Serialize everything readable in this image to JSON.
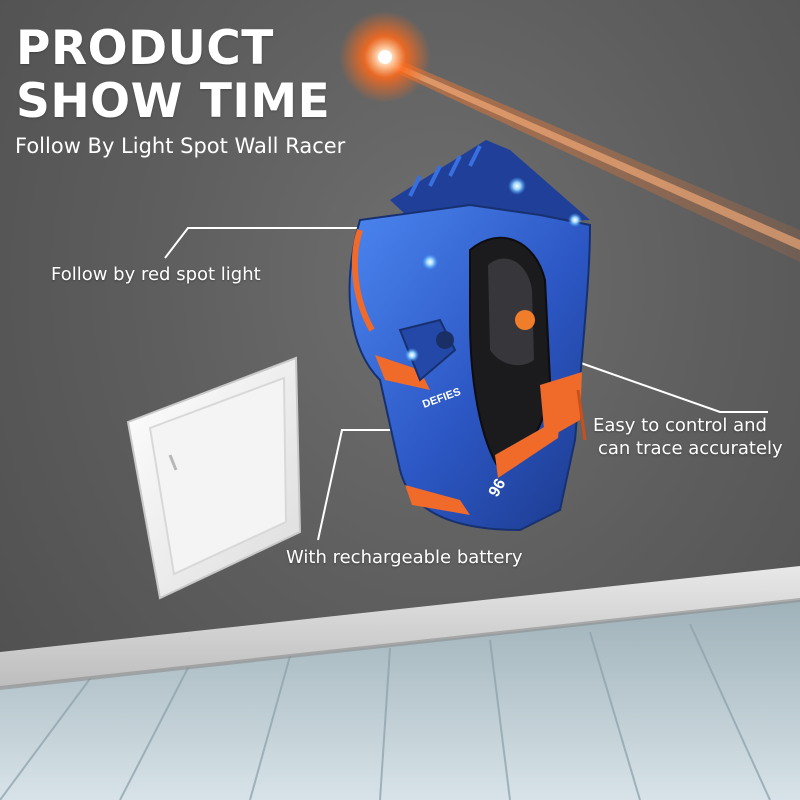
{
  "headline": {
    "title": "PRODUCT SHOW TIME",
    "subtitle": "Follow By Light Spot Wall Racer"
  },
  "callouts": {
    "spot_light": "Follow by red spot light",
    "control_line1": "Easy to control and",
    "control_line2": "can trace accurately",
    "battery": "With rechargeable battery"
  },
  "colors": {
    "wall": "#5e5e5e",
    "floor": "#bcd0d8",
    "car_body": "#2f5fd0",
    "car_accent": "#f06a2a",
    "laser": "#ff6a1a",
    "text": "#ffffff"
  },
  "icons": {
    "laser_spot": "red-laser-spot-icon",
    "car": "wall-racer-car",
    "switch": "light-switch-plate"
  }
}
